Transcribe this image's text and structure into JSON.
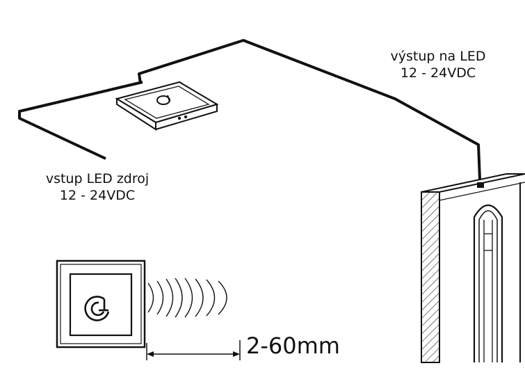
{
  "labels": {
    "output_line1": "výstup na LED",
    "output_line2": "12 - 24VDC",
    "input_line1": "vstup LED zdroj",
    "input_line2": "12 - 24VDC",
    "range": "2-60mm"
  },
  "icons": {
    "switch": "power-icon",
    "signal": "proximity-wave-icon"
  },
  "colors": {
    "line": "#111111",
    "background": "#ffffff"
  }
}
